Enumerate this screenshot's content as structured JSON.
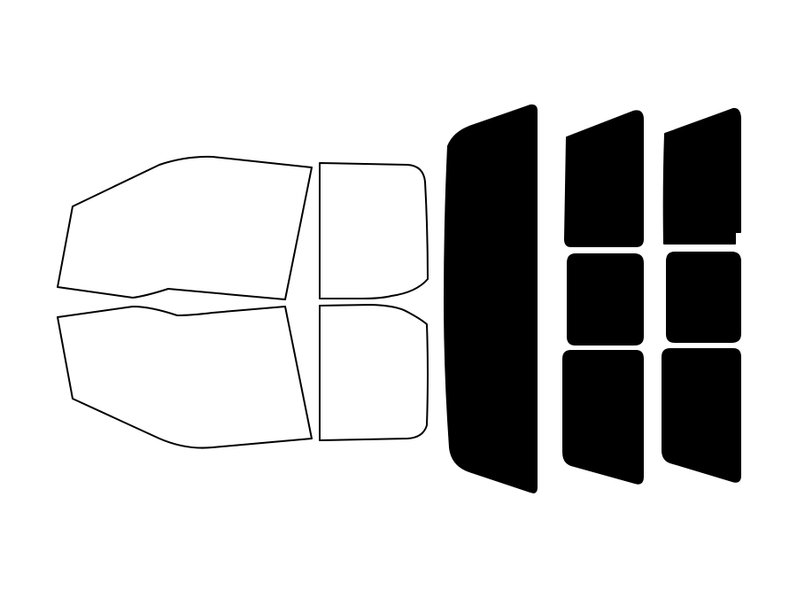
{
  "colors": {
    "background": "#ffffff",
    "outline": "#000000",
    "tinted_fill": "#000000",
    "untinted_fill": "#ffffff"
  },
  "panels": [
    {
      "name": "front-left-window",
      "tinted": false
    },
    {
      "name": "front-right-window",
      "tinted": false
    },
    {
      "name": "rear-left-window",
      "tinted": false
    },
    {
      "name": "rear-right-window",
      "tinted": false
    },
    {
      "name": "rear-windshield",
      "tinted": true
    },
    {
      "name": "rear-door-window-upper-left",
      "tinted": true
    },
    {
      "name": "rear-door-window-upper-right",
      "tinted": true
    },
    {
      "name": "quarter-window-left",
      "tinted": true
    },
    {
      "name": "quarter-window-right",
      "tinted": true
    },
    {
      "name": "rear-door-window-lower-left",
      "tinted": true
    },
    {
      "name": "rear-door-window-lower-right",
      "tinted": true
    }
  ]
}
